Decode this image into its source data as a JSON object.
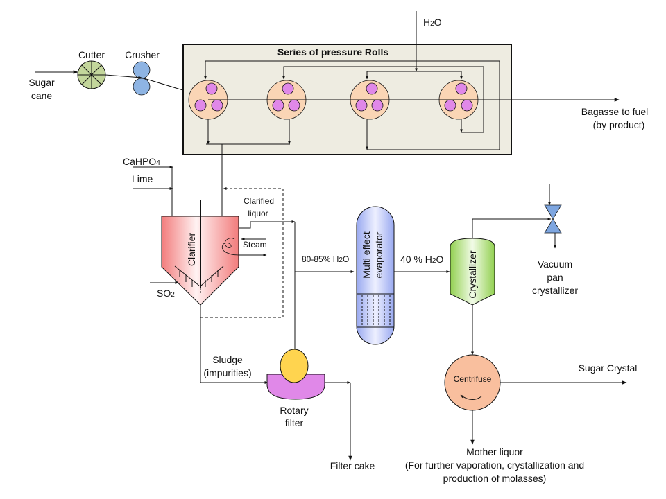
{
  "title": "Sugar cane processing flow diagram",
  "labels": {
    "sugar_cane_1": "Sugar",
    "sugar_cane_2": "cane",
    "cutter": "Cutter",
    "crusher": "Crusher",
    "pressure_rolls": "Series of pressure Rolls",
    "h2o_top": "H",
    "h2o_top_sub": "2",
    "h2o_top_o": "O",
    "bagasse_1": "Bagasse to fuel",
    "bagasse_2": "(by product)",
    "cahpo4": "CaHPO",
    "cahpo4_sub": "4",
    "lime": "Lime",
    "clarified_1": "Clarified",
    "clarified_2": "liquor",
    "steam": "Steam",
    "clarifier": "Clarifier",
    "so2": "SO",
    "so2_sub": "2",
    "feed_water": "80-85%  H",
    "feed_water_sub": "2",
    "feed_water_o": "O",
    "evaporator_1": "Multi effect",
    "evaporator_2": "evaporator",
    "out_water": "40 % H",
    "out_water_sub": "2",
    "out_water_o": "O",
    "crystallizer": "Crystallizer",
    "vacuum_1": "Vacuum",
    "vacuum_2": "pan",
    "vacuum_3": "crystallizer",
    "sludge_1": "Sludge",
    "sludge_2": "(impurities)",
    "rotary_1": "Rotary",
    "rotary_2": "filter",
    "filter_cake": "Filter cake",
    "centrifuse": "Centrifuse",
    "sugar_crystal": "Sugar Crystal",
    "mother_1": "Mother liquor",
    "mother_2": "(For further vaporation, crystallization and",
    "mother_3": "production of molasses)"
  },
  "colors": {
    "cutter_fill": "#c3d69b",
    "crusher_fill": "#8eb4e3",
    "rolls_panel": "#eeece1",
    "roll_fill": "#fad5b5",
    "roller_fill": "#e088e8",
    "clarifier_fill": "#f27c7c",
    "evaporator_fill": "#99a9f0",
    "crystallizer_fill": "#92d050",
    "valve_fill": "#7ea6e0",
    "rotary_drum": "#ffd44f",
    "rotary_base": "#e088e8",
    "centrifuse_fill": "#f9bf9e"
  }
}
